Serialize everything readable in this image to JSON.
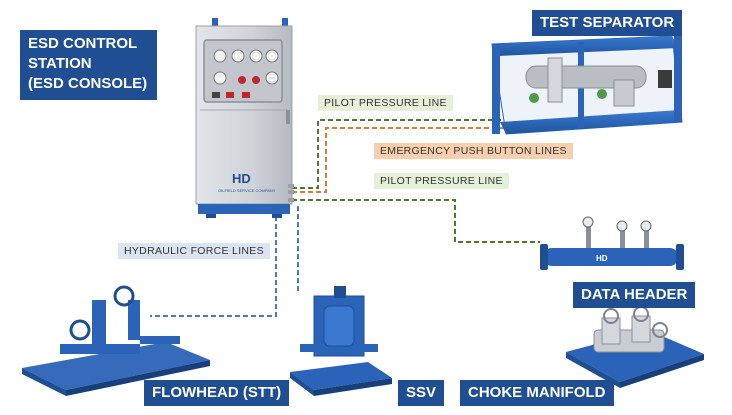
{
  "labels": {
    "esd_station": [
      "ESD CONTROL",
      "STATION",
      "(ESD CONSOLE)"
    ],
    "test_separator": "TEST SEPARATOR",
    "data_header": "DATA HEADER",
    "flowhead": "FLOWHEAD (STT)",
    "ssv": "SSV",
    "choke_manifold": "CHOKE MANIFOLD"
  },
  "lines": {
    "pilot_pressure_top": "PILOT PRESSURE LINE",
    "emergency_push_button": "EMERGENCY PUSH BUTTON LINES",
    "pilot_pressure_bottom": "PILOT PRESSURE LINE",
    "hydraulic_force": "HYDRAULIC FORCE LINES"
  },
  "logo": {
    "text": "HD",
    "caption": "OILFIELD SERVICE COMPANY"
  },
  "colors": {
    "label_bg": "#1f4e93",
    "pilot_line": "#4f7a2c",
    "emergency_line": "#e07a2e",
    "hydraulic_line": "#4a7cc4",
    "equipment_blue": "#2b63b8",
    "console_grey": "#cfd3d8"
  }
}
